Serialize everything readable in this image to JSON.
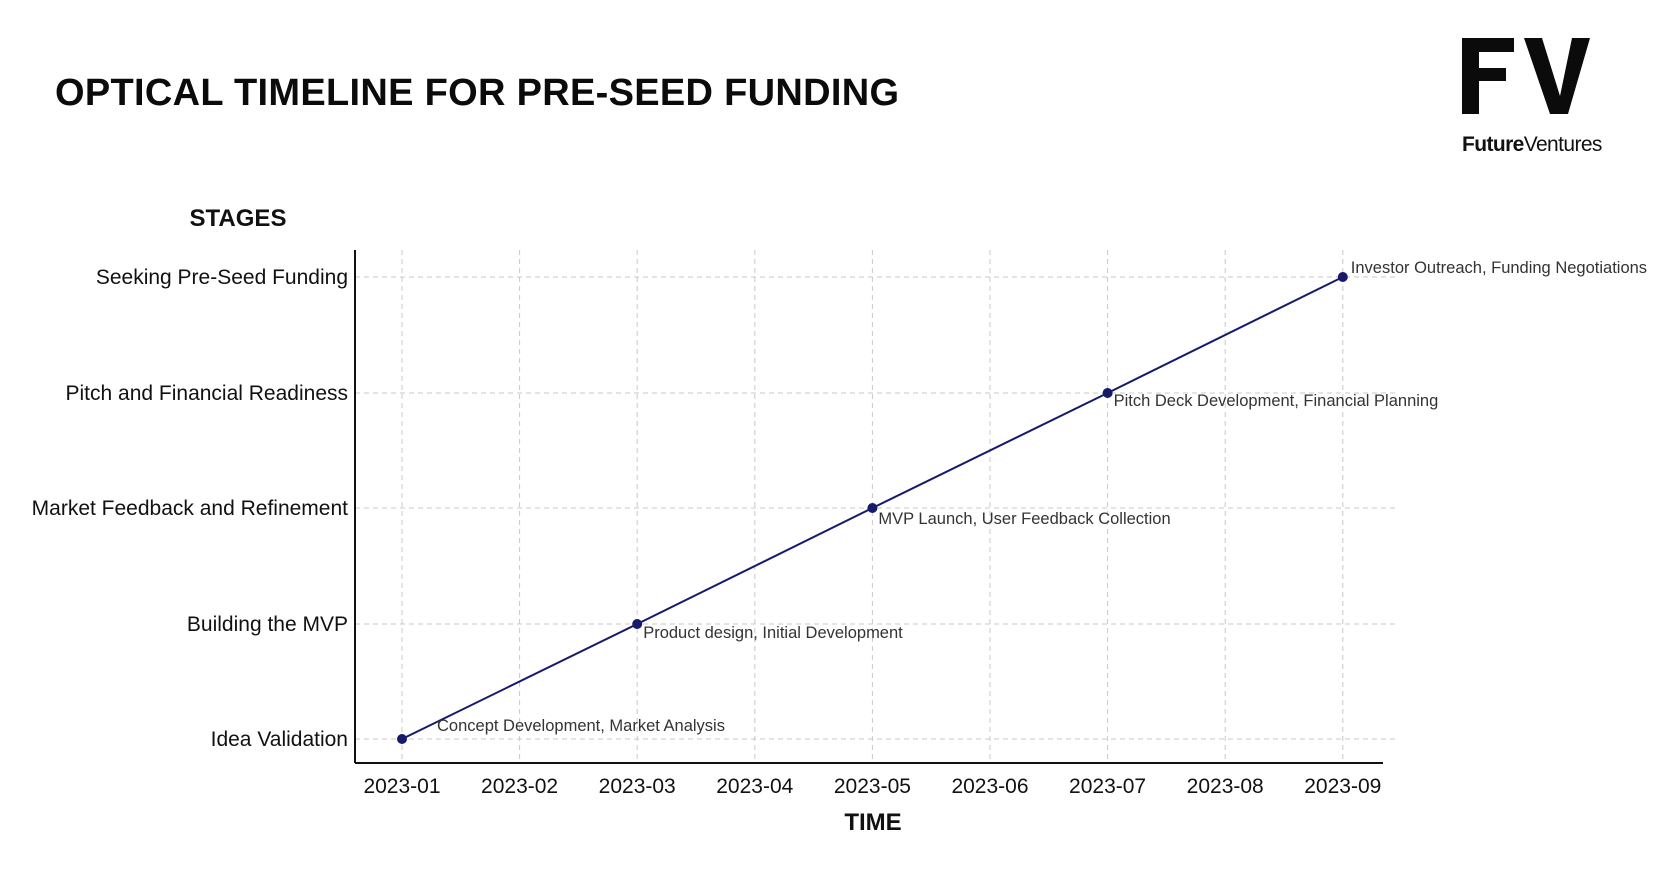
{
  "header": {
    "title": "OPTICAL TIMELINE FOR PRE-SEED FUNDING"
  },
  "logo": {
    "mark": "FV",
    "word_bold": "Future",
    "word_light": "Ventures"
  },
  "colors": {
    "line": "#151a6b",
    "point": "#151a6b",
    "grid": "#c8c8c8",
    "axis": "#111111"
  },
  "chart_data": {
    "type": "line",
    "title": "OPTICAL TIMELINE FOR PRE-SEED FUNDING",
    "xlabel": "TIME",
    "ylabel": "STAGES",
    "x_ticks": [
      "2023-01",
      "2023-02",
      "2023-03",
      "2023-04",
      "2023-05",
      "2023-06",
      "2023-07",
      "2023-08",
      "2023-09"
    ],
    "y_categories": [
      "Idea Validation",
      "Building the MVP",
      "Market Feedback and Refinement",
      "Pitch and Financial Readiness",
      "Seeking Pre-Seed Funding"
    ],
    "grid": true,
    "series": [
      {
        "points": [
          {
            "x": "2023-01",
            "y": "Idea Validation",
            "label": "Concept Development, Market Analysis"
          },
          {
            "x": "2023-03",
            "y": "Building the MVP",
            "label": "Product design, Initial Development"
          },
          {
            "x": "2023-05",
            "y": "Market Feedback and Refinement",
            "label": "MVP Launch, User Feedback Collection"
          },
          {
            "x": "2023-07",
            "y": "Pitch and Financial Readiness",
            "label": "Pitch Deck Development, Financial Planning"
          },
          {
            "x": "2023-09",
            "y": "Seeking Pre-Seed Funding",
            "label": "Investor Outreach, Funding Negotiations"
          }
        ]
      }
    ]
  }
}
